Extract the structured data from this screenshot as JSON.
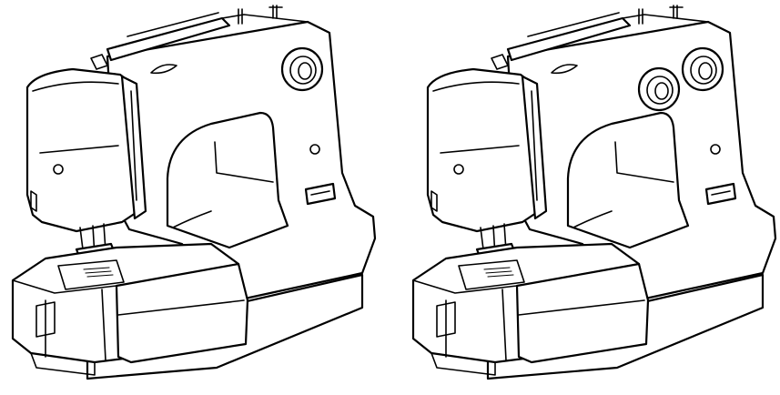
{
  "figure": {
    "machines": [
      {
        "id": "left",
        "spool_pins": 1
      },
      {
        "id": "right",
        "spool_pins": 2
      }
    ],
    "line_color": "#000000",
    "background_color": "#ffffff"
  }
}
